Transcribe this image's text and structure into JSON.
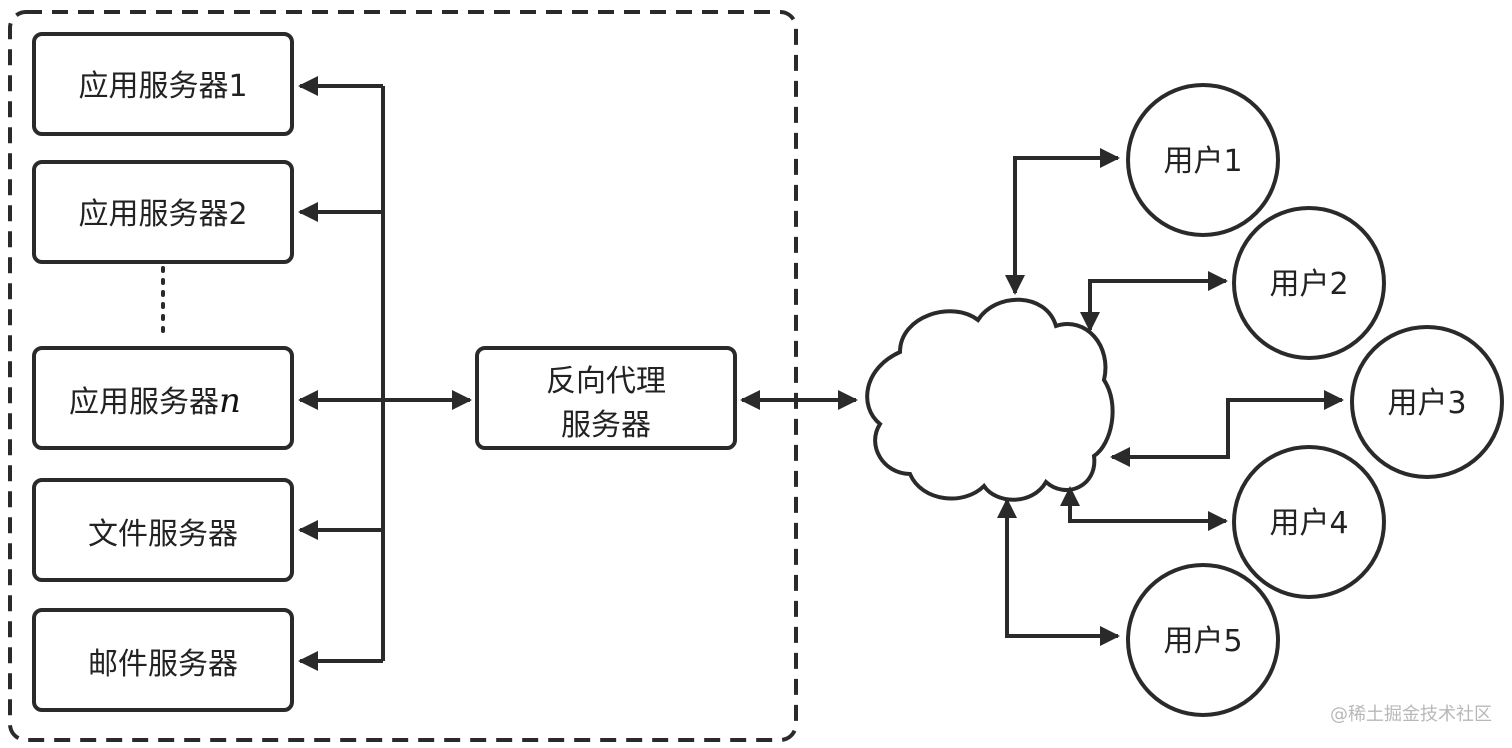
{
  "servers": [
    {
      "id": "app1",
      "label": "应用服务器1",
      "italic_suffix": ""
    },
    {
      "id": "app2",
      "label": "应用服务器2",
      "italic_suffix": ""
    },
    {
      "id": "appn",
      "label": "应用服务器",
      "italic_suffix": "n"
    },
    {
      "id": "file",
      "label": "文件服务器",
      "italic_suffix": ""
    },
    {
      "id": "mail",
      "label": "邮件服务器",
      "italic_suffix": ""
    }
  ],
  "proxy": {
    "line1": "反向代理",
    "line2": "服务器"
  },
  "users": [
    {
      "id": "u1",
      "label": "用户1"
    },
    {
      "id": "u2",
      "label": "用户2"
    },
    {
      "id": "u3",
      "label": "用户3"
    },
    {
      "id": "u4",
      "label": "用户4"
    },
    {
      "id": "u5",
      "label": "用户5"
    }
  ],
  "network": {
    "icon": "cloud-icon"
  },
  "watermark": "@稀土掘金技术社区",
  "colors": {
    "stroke": "#2a2a2a",
    "text": "#222222",
    "watermark": "#b8b8b8"
  }
}
